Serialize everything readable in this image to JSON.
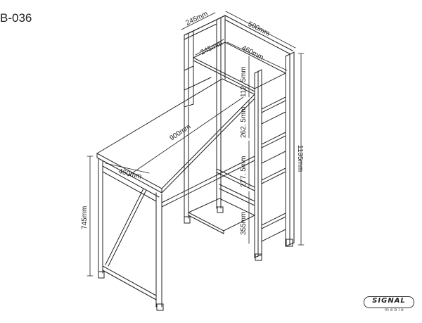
{
  "model_code": "B-036",
  "brand": {
    "name": "SIGNAL",
    "sub": "meble"
  },
  "dimensions": {
    "top_depth": "245mm",
    "top_width": "500mm",
    "shelf_depth": "245mm",
    "shelf_width": "460mm",
    "shelf_gap_1": "112. 5mm",
    "shelf_gap_2": "262. 5mm",
    "shelf_gap_3": "277. 5mm",
    "shelf_gap_4": "355mm",
    "total_height": "1135mm",
    "desk_length": "900mm",
    "desk_depth": "460mm",
    "desk_height": "745mm"
  }
}
